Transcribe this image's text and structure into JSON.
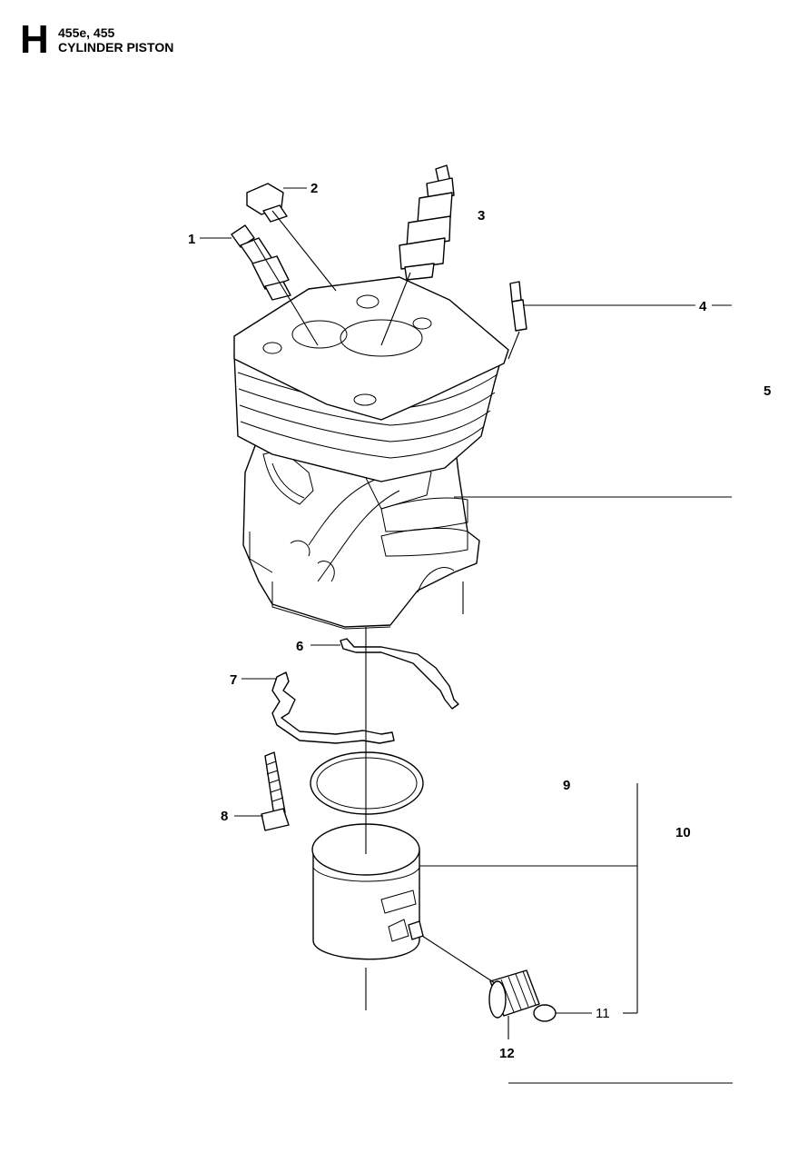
{
  "header": {
    "section_letter": "H",
    "model": "455e, 455",
    "title": "CYLINDER PISTON"
  },
  "callouts": {
    "c1": "1",
    "c2": "2",
    "c3": "3",
    "c4": "4",
    "c5": "5",
    "c6": "6",
    "c7": "7",
    "c8": "8",
    "c9": "9",
    "c10": "10",
    "c11": "11",
    "c12": "12"
  }
}
